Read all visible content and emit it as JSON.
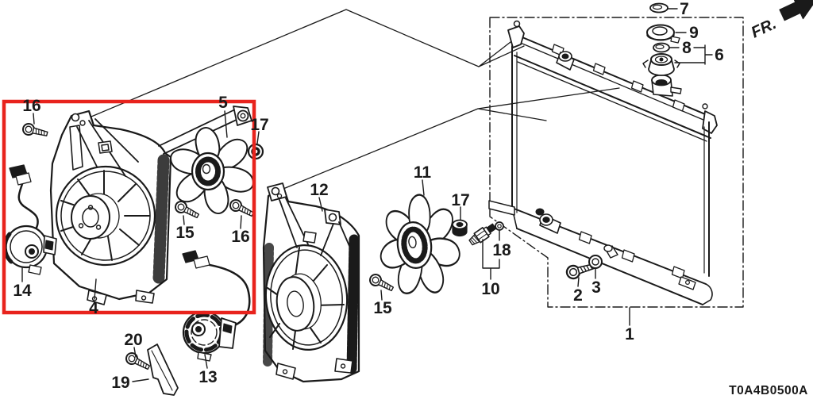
{
  "diagram": {
    "code": "T0A4B0500A",
    "fr_label": "FR."
  },
  "colors": {
    "highlight": "#e8231d",
    "line": "#1a1a1a",
    "background": "#ffffff"
  },
  "callouts": {
    "c1": "1",
    "c2": "2",
    "c3": "3",
    "c4": "4",
    "c5": "5",
    "c6": "6",
    "c7": "7",
    "c8": "8",
    "c9": "9",
    "c10": "10",
    "c11": "11",
    "c12": "12",
    "c13": "13",
    "c14": "14",
    "c15a": "15",
    "c15b": "15",
    "c16a": "16",
    "c16b": "16",
    "c17a": "17",
    "c17b": "17",
    "c18": "18",
    "c19": "19",
    "c20": "20"
  }
}
